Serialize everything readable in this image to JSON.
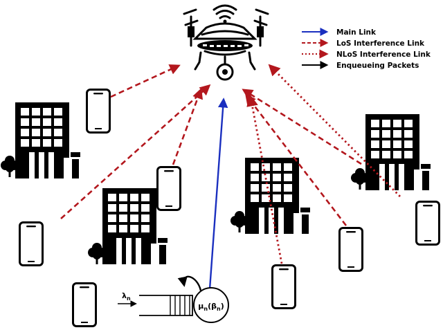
{
  "legend": {
    "items": [
      {
        "label": "Main Link",
        "color": "#1a2fbf",
        "style": "solid"
      },
      {
        "label": "LoS Interference Link",
        "color": "#b3171d",
        "style": "dashed"
      },
      {
        "label": "NLoS Interference Link",
        "color": "#b3171d",
        "style": "dotted"
      },
      {
        "label": "Enqueueing Packets",
        "color": "#000000",
        "style": "solid"
      }
    ]
  },
  "queue": {
    "arrival_symbol": "λ",
    "arrival_sub": "n",
    "server_mu": "μ",
    "server_mu_sub": "n",
    "server_beta": "β",
    "server_beta_sub": "n"
  },
  "colors": {
    "main_link": "#1a2fbf",
    "interference": "#b3171d",
    "ink": "#000000"
  },
  "icons": [
    "drone-icon",
    "wifi-icon",
    "building-icon",
    "tree-icon",
    "smartphone-icon",
    "queue-icon"
  ]
}
